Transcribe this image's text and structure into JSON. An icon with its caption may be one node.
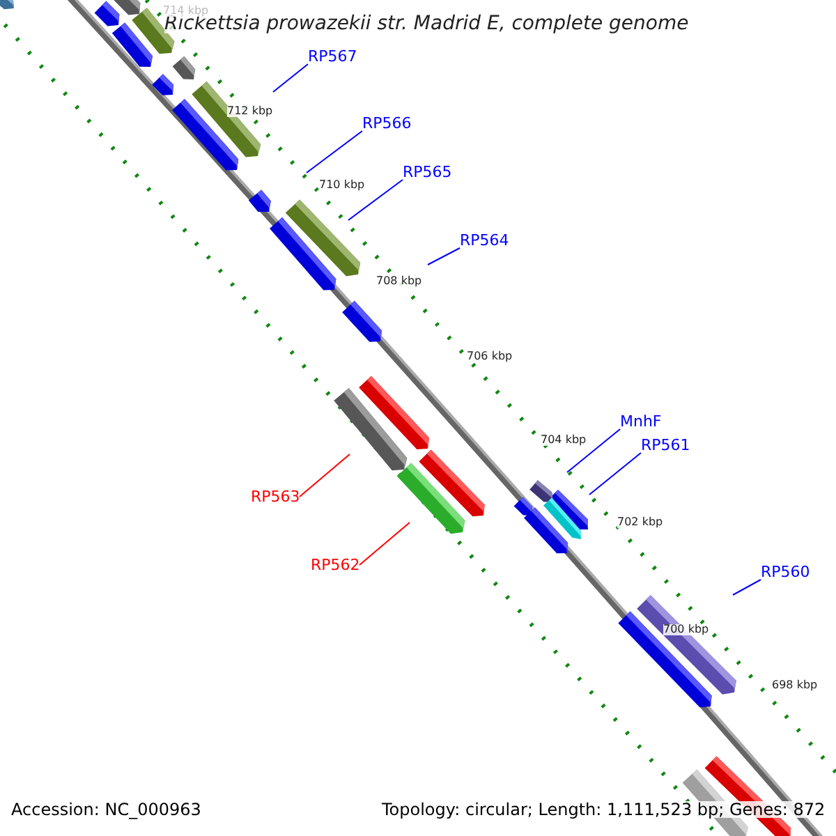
{
  "diagram": {
    "title": "Rickettsia prowazekii str. Madrid E, complete genome",
    "nodes": [
      {
        "text": [
          "RP567"
        ]
      },
      {
        "text": [
          "RP566"
        ]
      },
      {
        "text": [
          "RP565"
        ]
      },
      {
        "text": [
          "RP564"
        ]
      },
      {
        "text": [
          "MnhF"
        ]
      },
      {
        "text": [
          "RP561"
        ]
      },
      {
        "text": [
          "RP563"
        ]
      },
      {
        "text": [
          "RP562"
        ]
      },
      {
        "text": [
          "RP560"
        ]
      }
    ],
    "edges": [
      {
        "from": 0,
        "to": null,
        "arrow": "none"
      },
      {
        "from": 1,
        "to": null,
        "arrow": "none"
      },
      {
        "from": 2,
        "to": null,
        "arrow": "none"
      },
      {
        "from": 3,
        "to": null,
        "arrow": "none"
      },
      {
        "from": 4,
        "to": null,
        "arrow": "none"
      },
      {
        "from": 5,
        "to": null,
        "arrow": "none"
      },
      {
        "from": 6,
        "to": null,
        "arrow": "none",
        "color": "#ff0000"
      },
      {
        "from": 7,
        "to": null,
        "arrow": "none",
        "color": "#ff0000"
      },
      {
        "from": 8,
        "to": null,
        "arrow": "none"
      }
    ],
    "labels": [
      "714 kbp",
      "712 kbp",
      "710 kbp",
      "708 kbp",
      "706 kbp",
      "704 kbp",
      "702 kbp",
      "700 kbp",
      "698 kbp",
      "Accession: NC_000963",
      "Topology: circular; Length: 1,111,523 bp; Genes: 872"
    ]
  }
}
